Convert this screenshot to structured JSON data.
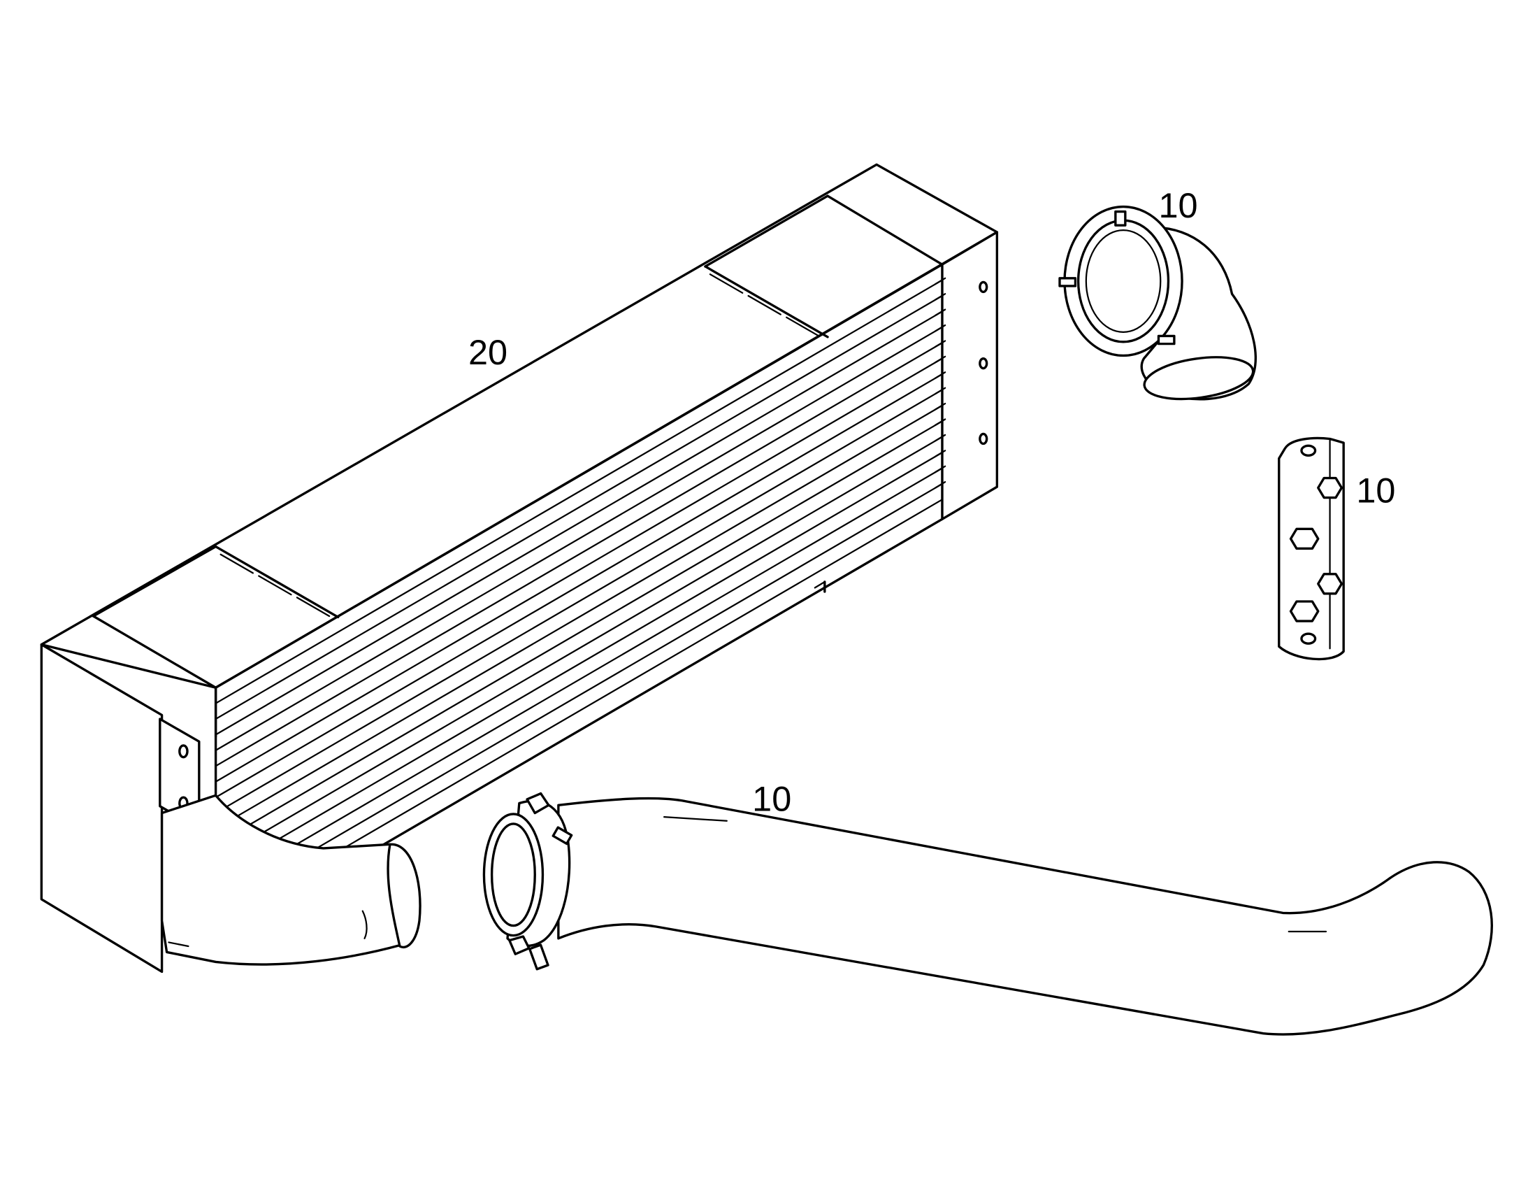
{
  "callouts": {
    "intercooler": "20",
    "elbow_hose": "10",
    "bracket": "10",
    "charge_pipe": "10"
  }
}
